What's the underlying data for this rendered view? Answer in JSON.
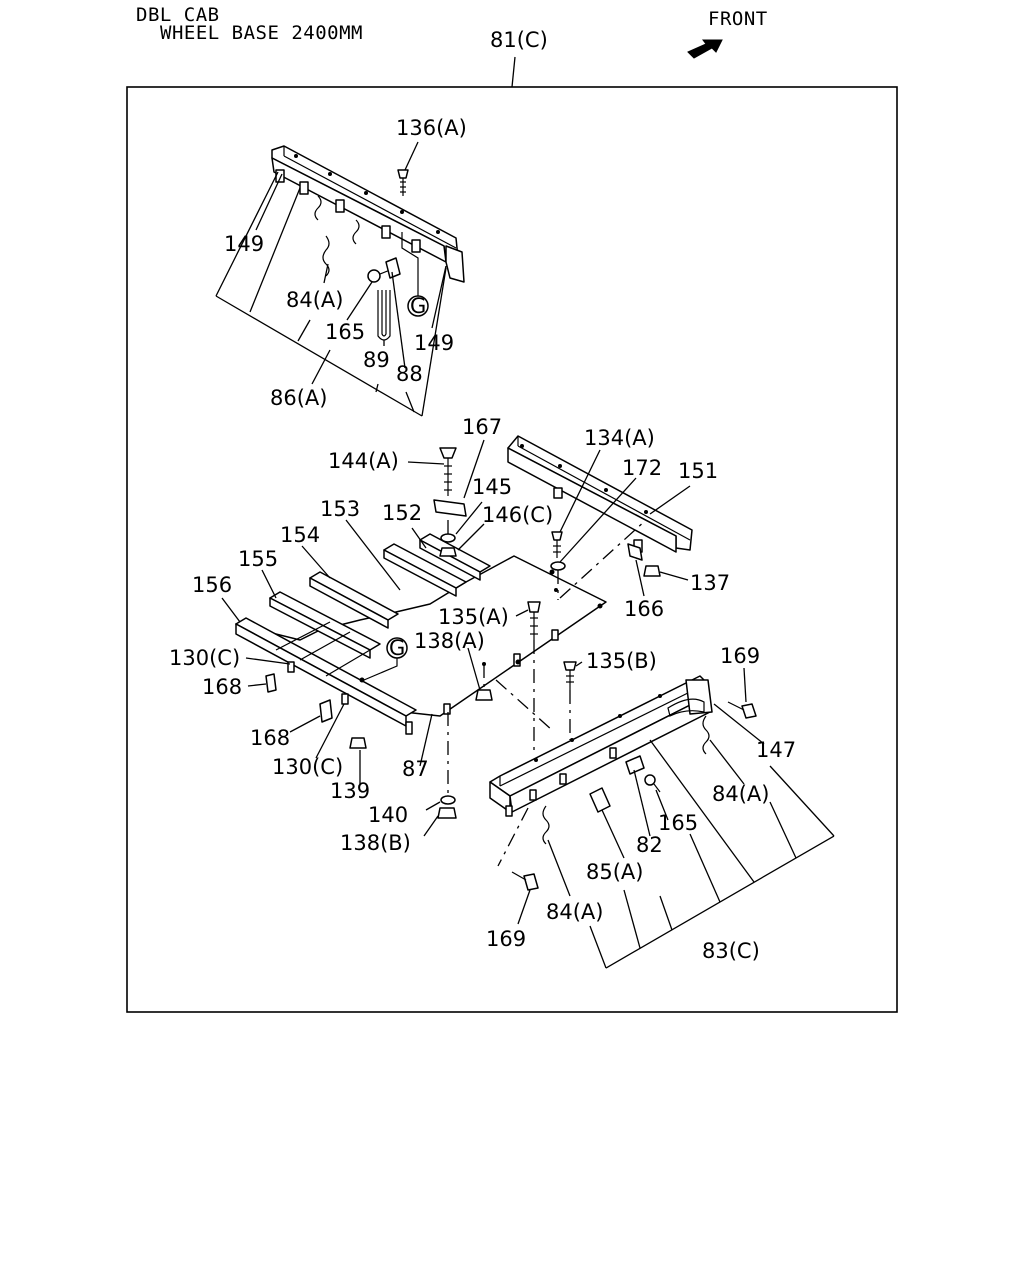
{
  "header": {
    "line1": "DBL CAB",
    "line2": "WHEEL BASE 2400MM",
    "front_label": "FRONT",
    "assembly_label": "81(C)"
  },
  "callouts": {
    "c136a": "136(A)",
    "c149a": "149",
    "c84a_top": "84(A)",
    "c165_top": "165",
    "c89": "89",
    "c88": "88",
    "c149b": "149",
    "c86a": "86(A)",
    "g_top": "G",
    "c167": "167",
    "c144a": "144(A)",
    "c145": "145",
    "c146c": "146(C)",
    "c134a": "134(A)",
    "c172": "172",
    "c151": "151",
    "c153": "153",
    "c152": "152",
    "c154": "154",
    "c155": "155",
    "c156": "156",
    "c137": "137",
    "c166": "166",
    "c135a": "135(A)",
    "c138a": "138(A)",
    "c135b": "135(B)",
    "c169_top": "169",
    "c130c_a": "130(C)",
    "c168a": "168",
    "g_mid": "G",
    "c147": "147",
    "c168b": "168",
    "c130c_b": "130(C)",
    "c87": "87",
    "c139": "139",
    "c84a_right": "84(A)",
    "c140": "140",
    "c82": "82",
    "c165_right": "165",
    "c138b": "138(B)",
    "c85a": "85(A)",
    "c84a_bottom": "84(A)",
    "c169_bottom": "169",
    "c83c": "83(C)"
  }
}
